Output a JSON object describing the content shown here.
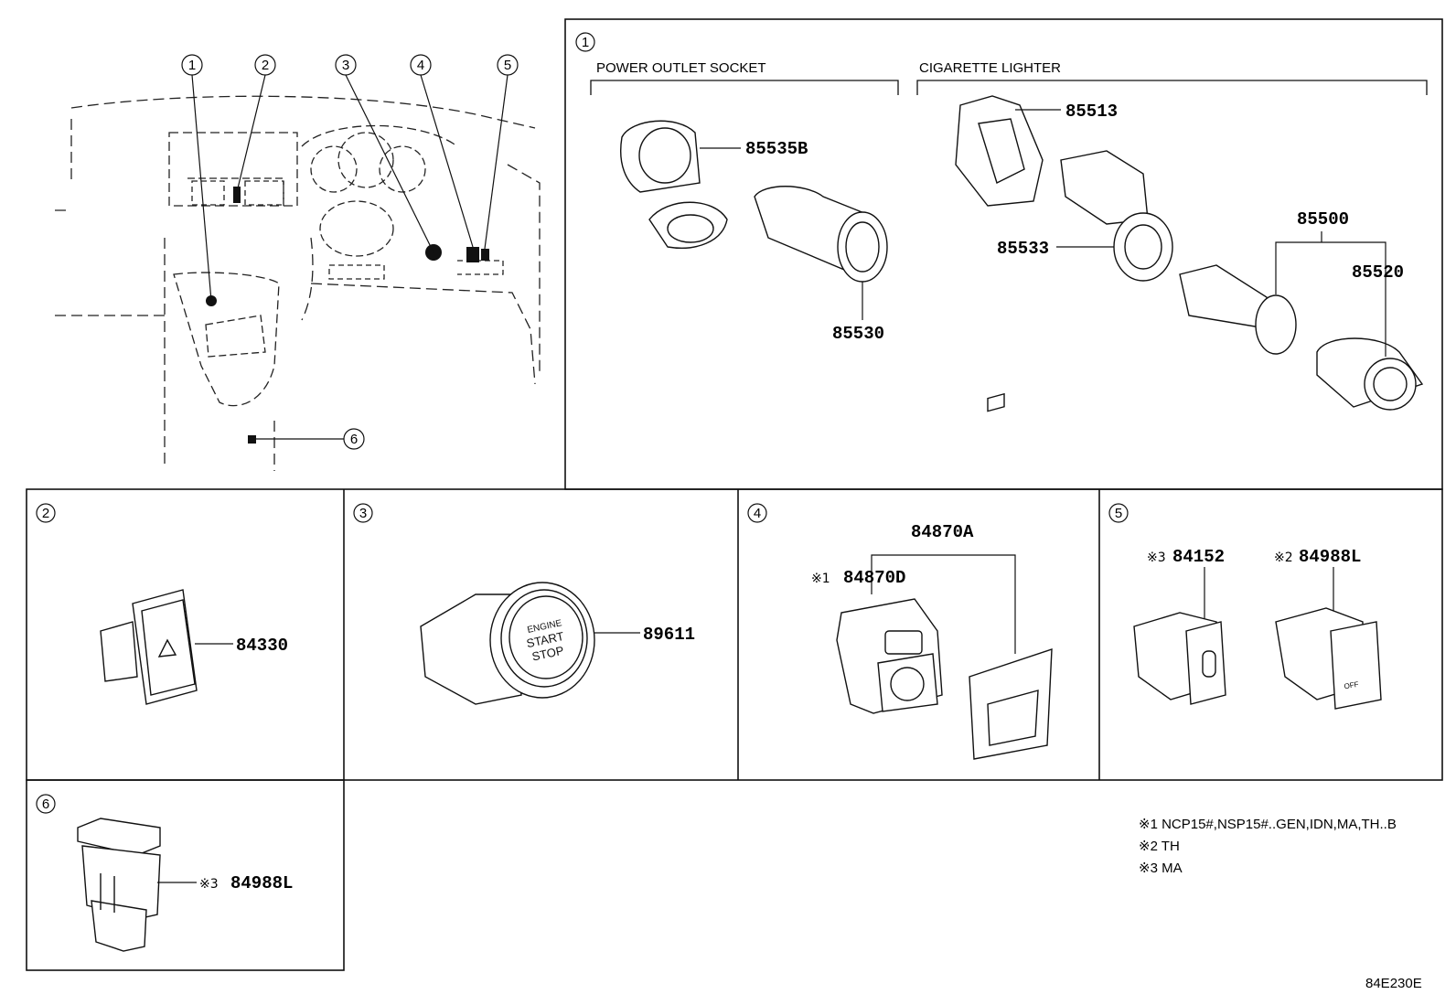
{
  "diagram_id": "84E230E",
  "overview": {
    "callouts": [
      "1",
      "2",
      "3",
      "4",
      "5",
      "6"
    ]
  },
  "panel1": {
    "number": "1",
    "group_power": "POWER OUTLET SOCKET",
    "group_lighter": "CIGARETTE LIGHTER",
    "parts": [
      "85535B",
      "85530",
      "85513",
      "85533",
      "85500",
      "85520"
    ]
  },
  "panel2": {
    "number": "2",
    "parts": [
      "84330"
    ]
  },
  "panel3": {
    "number": "3",
    "parts": [
      "89611"
    ],
    "button_text": [
      "ENGINE",
      "START",
      "STOP"
    ]
  },
  "panel4": {
    "number": "4",
    "parts": [
      "84870A",
      "84870D"
    ],
    "marks": [
      "※1"
    ]
  },
  "panel5": {
    "number": "5",
    "parts": [
      "84152",
      "84988L"
    ],
    "marks": [
      "※3",
      "※2"
    ],
    "off_text": "OFF"
  },
  "panel6": {
    "number": "6",
    "parts": [
      "84988L"
    ],
    "marks": [
      "※3"
    ]
  },
  "notes": [
    "※1 NCP15#,NSP15#..GEN,IDN,MA,TH..B",
    "※2 TH",
    "※3 MA"
  ]
}
